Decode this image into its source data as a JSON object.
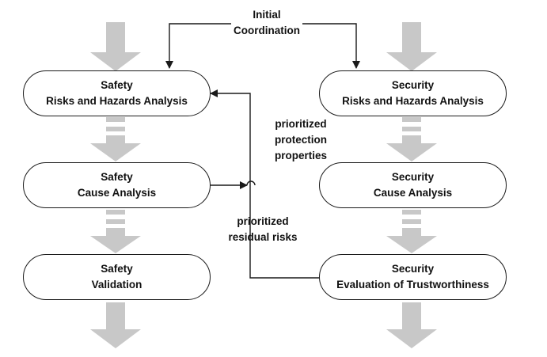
{
  "colors": {
    "arrow_fill": "#c8c8c8",
    "line": "#1a1a1a",
    "box_border": "#1a1a1a"
  },
  "coordination": {
    "line1": "Initial",
    "line2": "Coordination"
  },
  "safety": {
    "risks": {
      "line1": "Safety",
      "line2": "Risks and Hazards Analysis"
    },
    "cause": {
      "line1": "Safety",
      "line2": "Cause Analysis"
    },
    "validation": {
      "line1": "Safety",
      "line2": "Validation"
    }
  },
  "security": {
    "risks": {
      "line1": "Security",
      "line2": "Risks and Hazards Analysis"
    },
    "cause": {
      "line1": "Security",
      "line2": "Cause Analysis"
    },
    "evaluation": {
      "line1": "Security",
      "line2": "Evaluation of Trustworthiness"
    }
  },
  "labels": {
    "protection": {
      "line1": "prioritized",
      "line2": "protection",
      "line3": "properties"
    },
    "residual": {
      "line1": "prioritized",
      "line2": "residual risks"
    }
  }
}
